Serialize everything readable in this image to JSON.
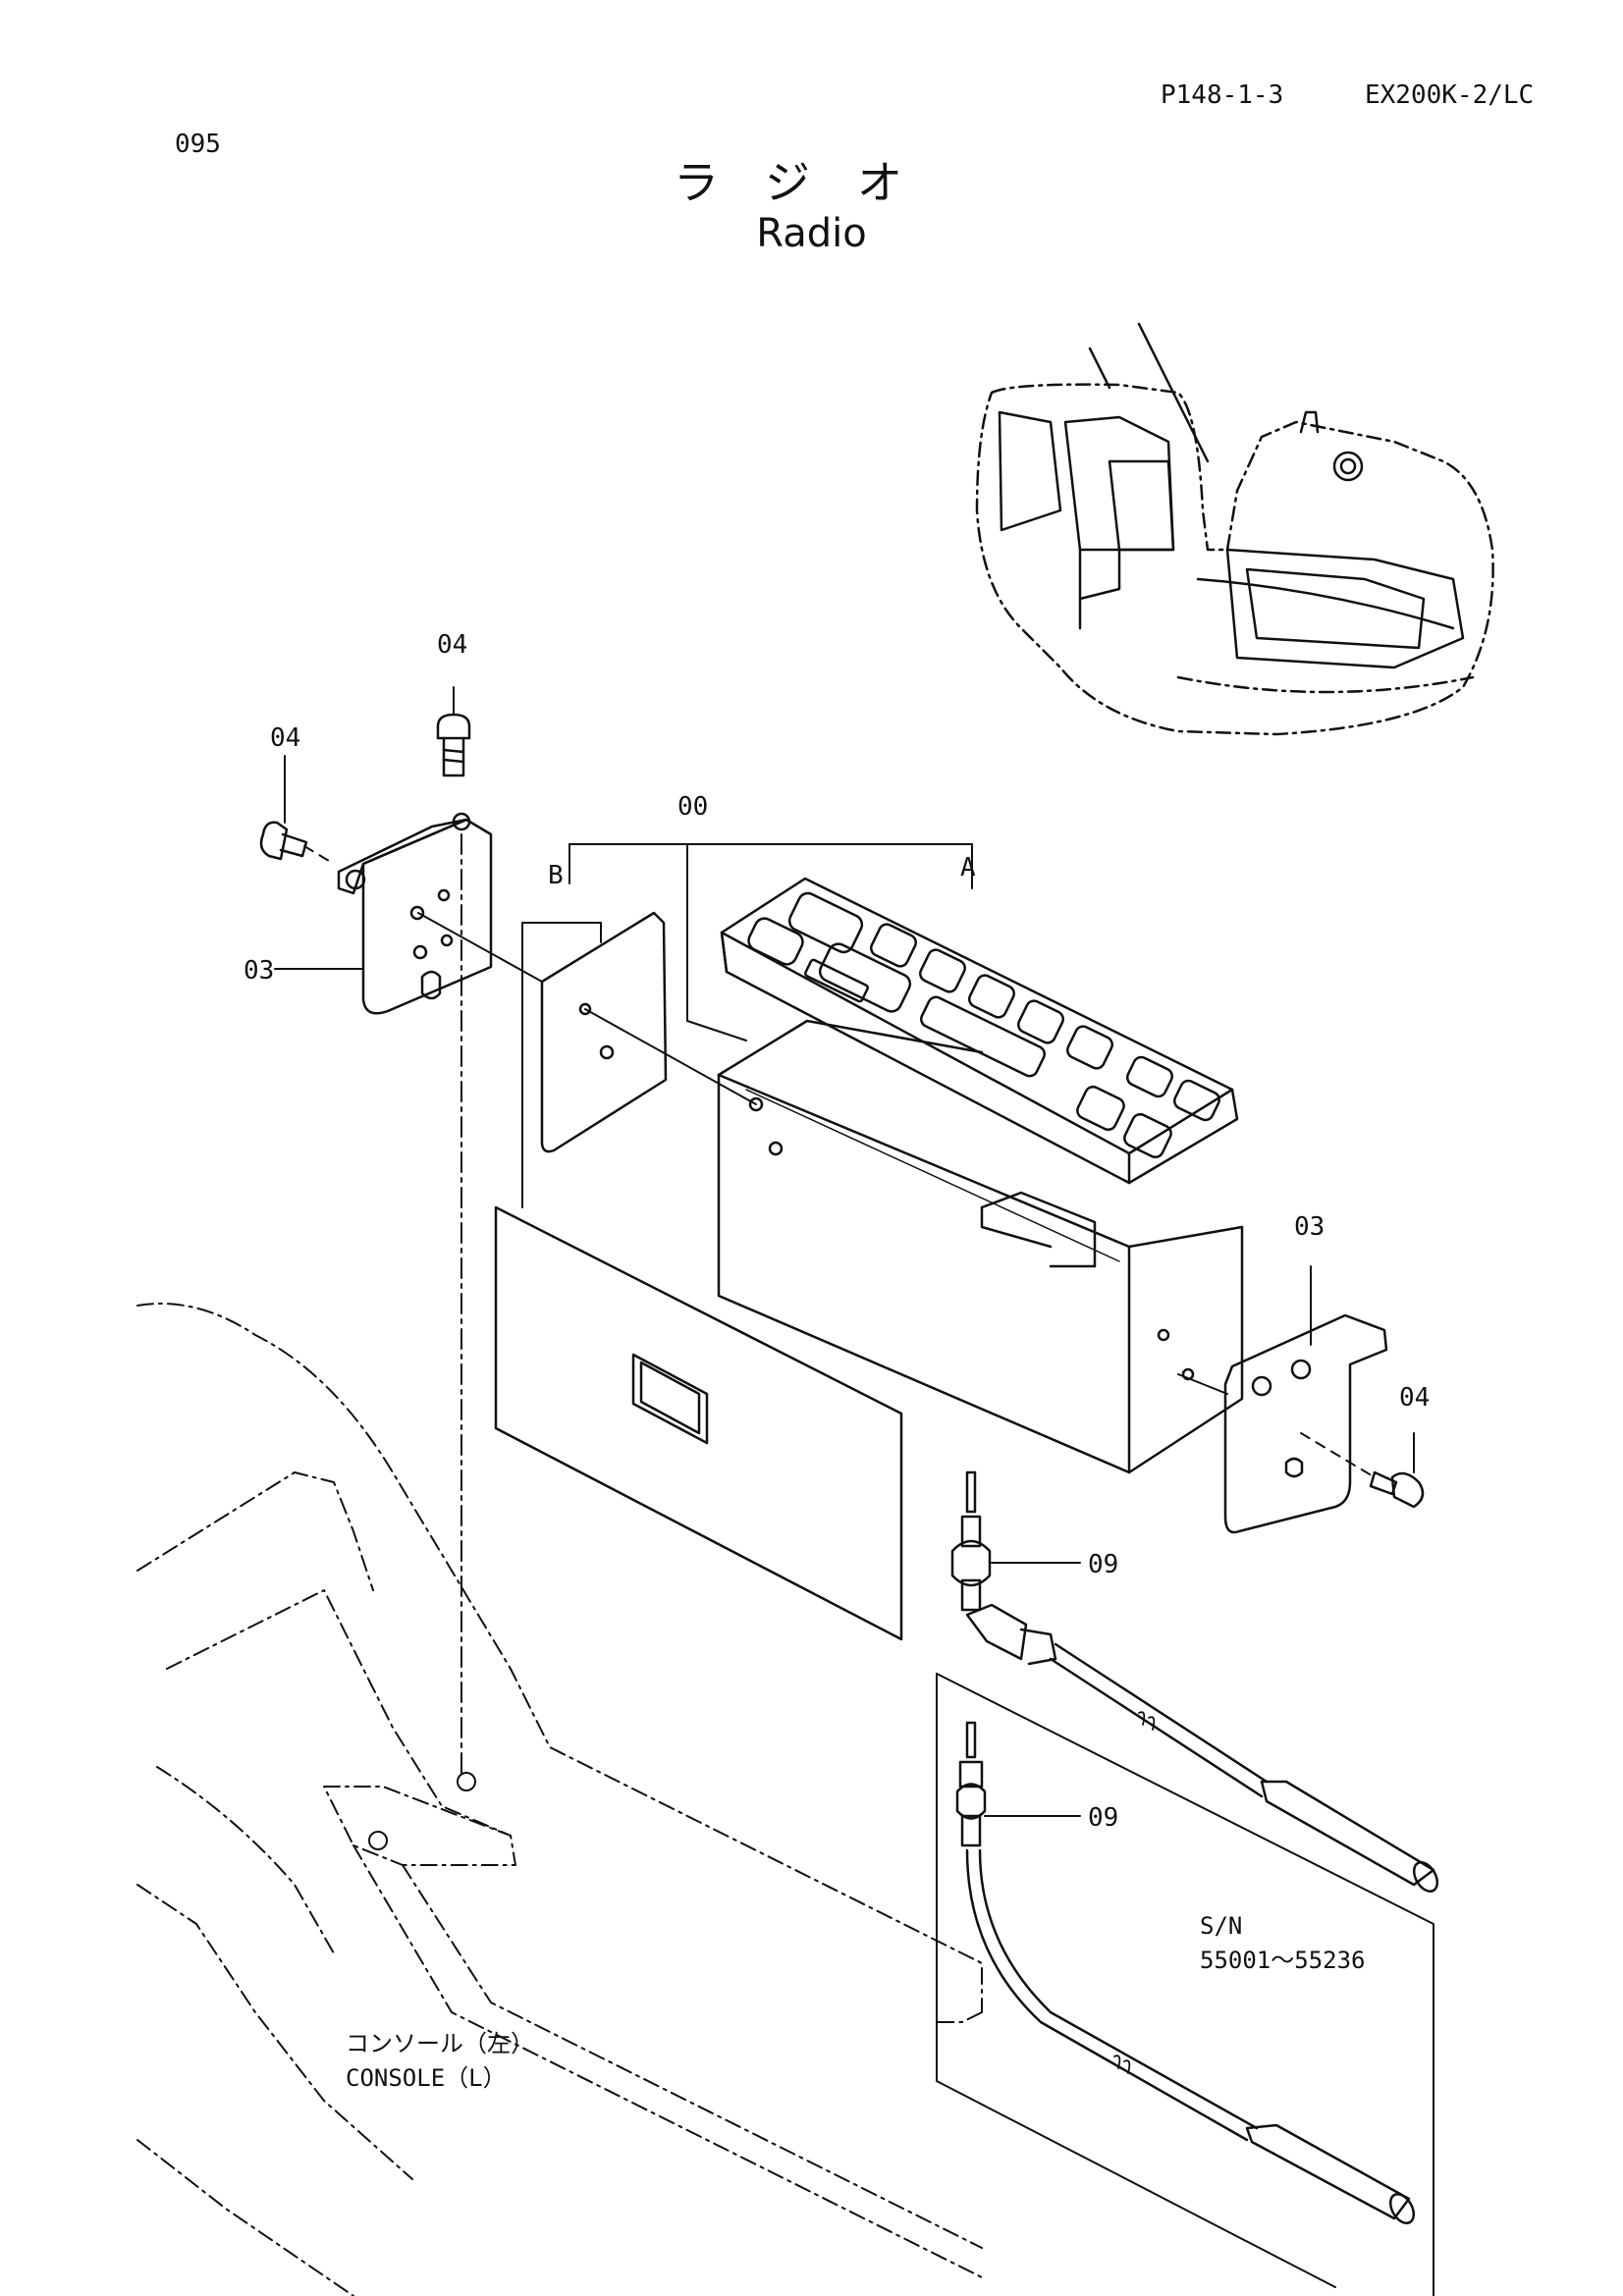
{
  "header": {
    "page_number": "095",
    "part_code": "P148-1-3",
    "model": "EX200K-2/LC"
  },
  "title": {
    "japanese": "ラジオ",
    "english": "Radio"
  },
  "callouts": {
    "assembly": "00",
    "group_a": "A",
    "group_b": "B",
    "bracket_left": "03",
    "bracket_right": "03",
    "screw_top": "04",
    "screw_left": "04",
    "screw_right": "04",
    "antenna_upper": "09",
    "antenna_lower": "09"
  },
  "notes": {
    "serial_label": "S/N",
    "serial_range": "55001～55236",
    "console_jp": "コンソール（左）",
    "console_en": "CONSOLE（L）"
  }
}
